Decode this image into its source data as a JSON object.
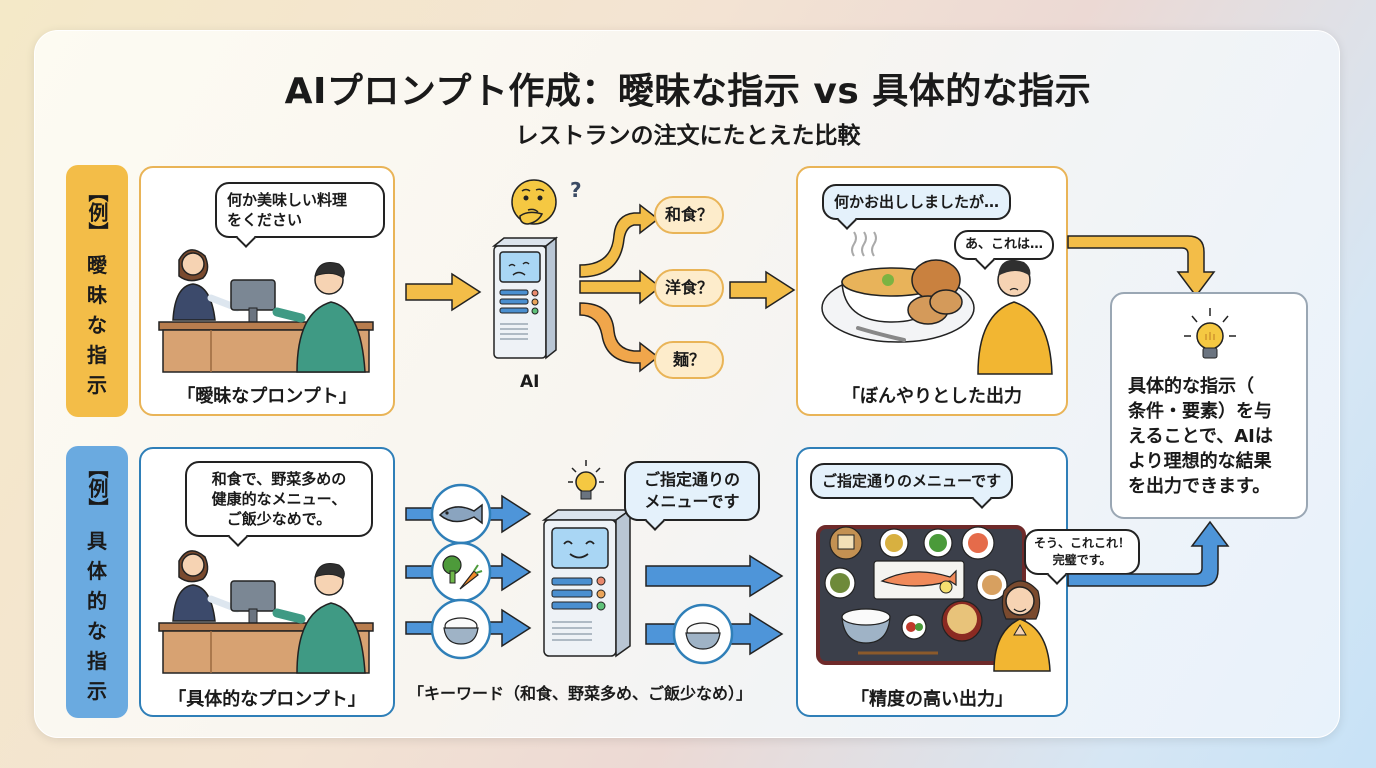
{
  "header": {
    "title": "AIプロンプト作成：曖昧な指示 vs 具体的な指示",
    "subtitle": "レストランの注文にたとえた比較"
  },
  "rows": [
    {
      "id": "vague",
      "theme_color": "#f3bd48",
      "side_tab": {
        "bracket": "【例】",
        "chars": [
          "曖",
          "昧",
          "な",
          "指",
          "示"
        ]
      },
      "prompt_panel": {
        "speech": [
          "何か美味しい料理",
          "をください"
        ],
        "caption": "「曖昧なプロンプト」"
      },
      "ai": {
        "label": "AI",
        "face": "confused",
        "thought_icon": "thinking-face-icon",
        "question_mark": "?",
        "options": [
          "和食？",
          "洋食？",
          "麺？"
        ]
      },
      "output_panel": {
        "server_speech": "何かお出ししましたが…",
        "customer_speech": "あ、これは…",
        "dish": "soup-and-bread",
        "caption": "「ぼんやりとした出力"
      }
    },
    {
      "id": "specific",
      "theme_color": "#6aaae0",
      "side_tab": {
        "bracket": "【例】",
        "chars": [
          "具",
          "体",
          "的",
          "な",
          "指",
          "示"
        ]
      },
      "prompt_panel": {
        "speech": [
          "和食で、野菜多めの",
          "健康的なメニュー、",
          "ご飯少なめで。"
        ],
        "caption": "「具体的なプロンプト」"
      },
      "ai": {
        "face": "happy",
        "speech": [
          "ご指定通りの",
          "メニューです"
        ],
        "inputs": [
          "fish-icon",
          "vegetables-icon",
          "rice-bowl-icon"
        ],
        "output_icon": "rice-bowl-icon",
        "keywords_caption": "「キーワード（和食、野菜多め、ご飯少なめ）」"
      },
      "output_panel": {
        "server_speech": "ご指定通りのメニューです",
        "customer_speech": [
          "そう、これこれ！",
          "完璧です。"
        ],
        "dish": "japanese-set-meal",
        "caption": "「精度の高い出力」"
      }
    }
  ],
  "summary": {
    "icon": "lightbulb-icon",
    "lines": [
      "具体的な指示（",
      "条件・要素）を与",
      "えることで、AIは",
      "より理想的な結果",
      "を出力できます。"
    ]
  },
  "colors": {
    "vague_accent": "#f3bd48",
    "specific_accent": "#6aaae0",
    "vague_border": "#e9b457",
    "specific_border": "#2f7fb8"
  }
}
